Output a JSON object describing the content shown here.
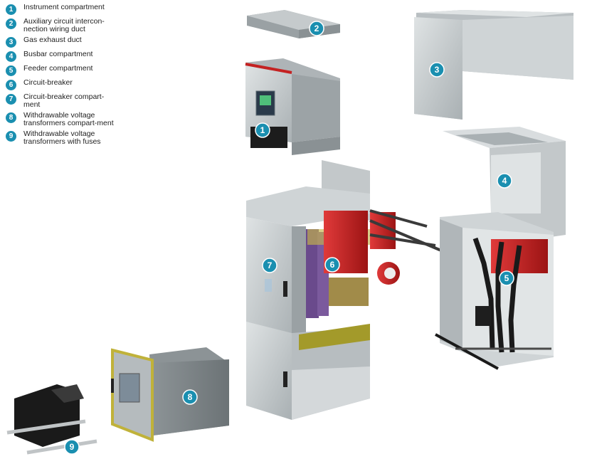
{
  "legend": [
    {
      "num": "1",
      "text": "Instrument compartment"
    },
    {
      "num": "2",
      "text": "Auxiliary circuit intercon-nection wiring duct"
    },
    {
      "num": "3",
      "text": "Gas exhaust duct"
    },
    {
      "num": "4",
      "text": "Busbar compartment"
    },
    {
      "num": "5",
      "text": "Feeder compartment"
    },
    {
      "num": "6",
      "text": "Circuit-breaker"
    },
    {
      "num": "7",
      "text": "Circuit-breaker compart-ment"
    },
    {
      "num": "8",
      "text": "Withdrawable voltage transformers compart-ment"
    },
    {
      "num": "9",
      "text": "Withdrawable voltage transformers with fuses"
    }
  ],
  "callouts": {
    "c1": "1",
    "c2": "2",
    "c3": "3",
    "c4": "4",
    "c5": "5",
    "c6": "6",
    "c7": "7",
    "c8": "8",
    "c9": "9"
  },
  "colors": {
    "callout": "#1a8fb0",
    "panel": "#c6cbcd",
    "panel_dark": "#9aa1a4",
    "breaker_red": "#c42222",
    "frame_olive": "#a39a2a",
    "bushing_purple": "#6a4a8c"
  }
}
